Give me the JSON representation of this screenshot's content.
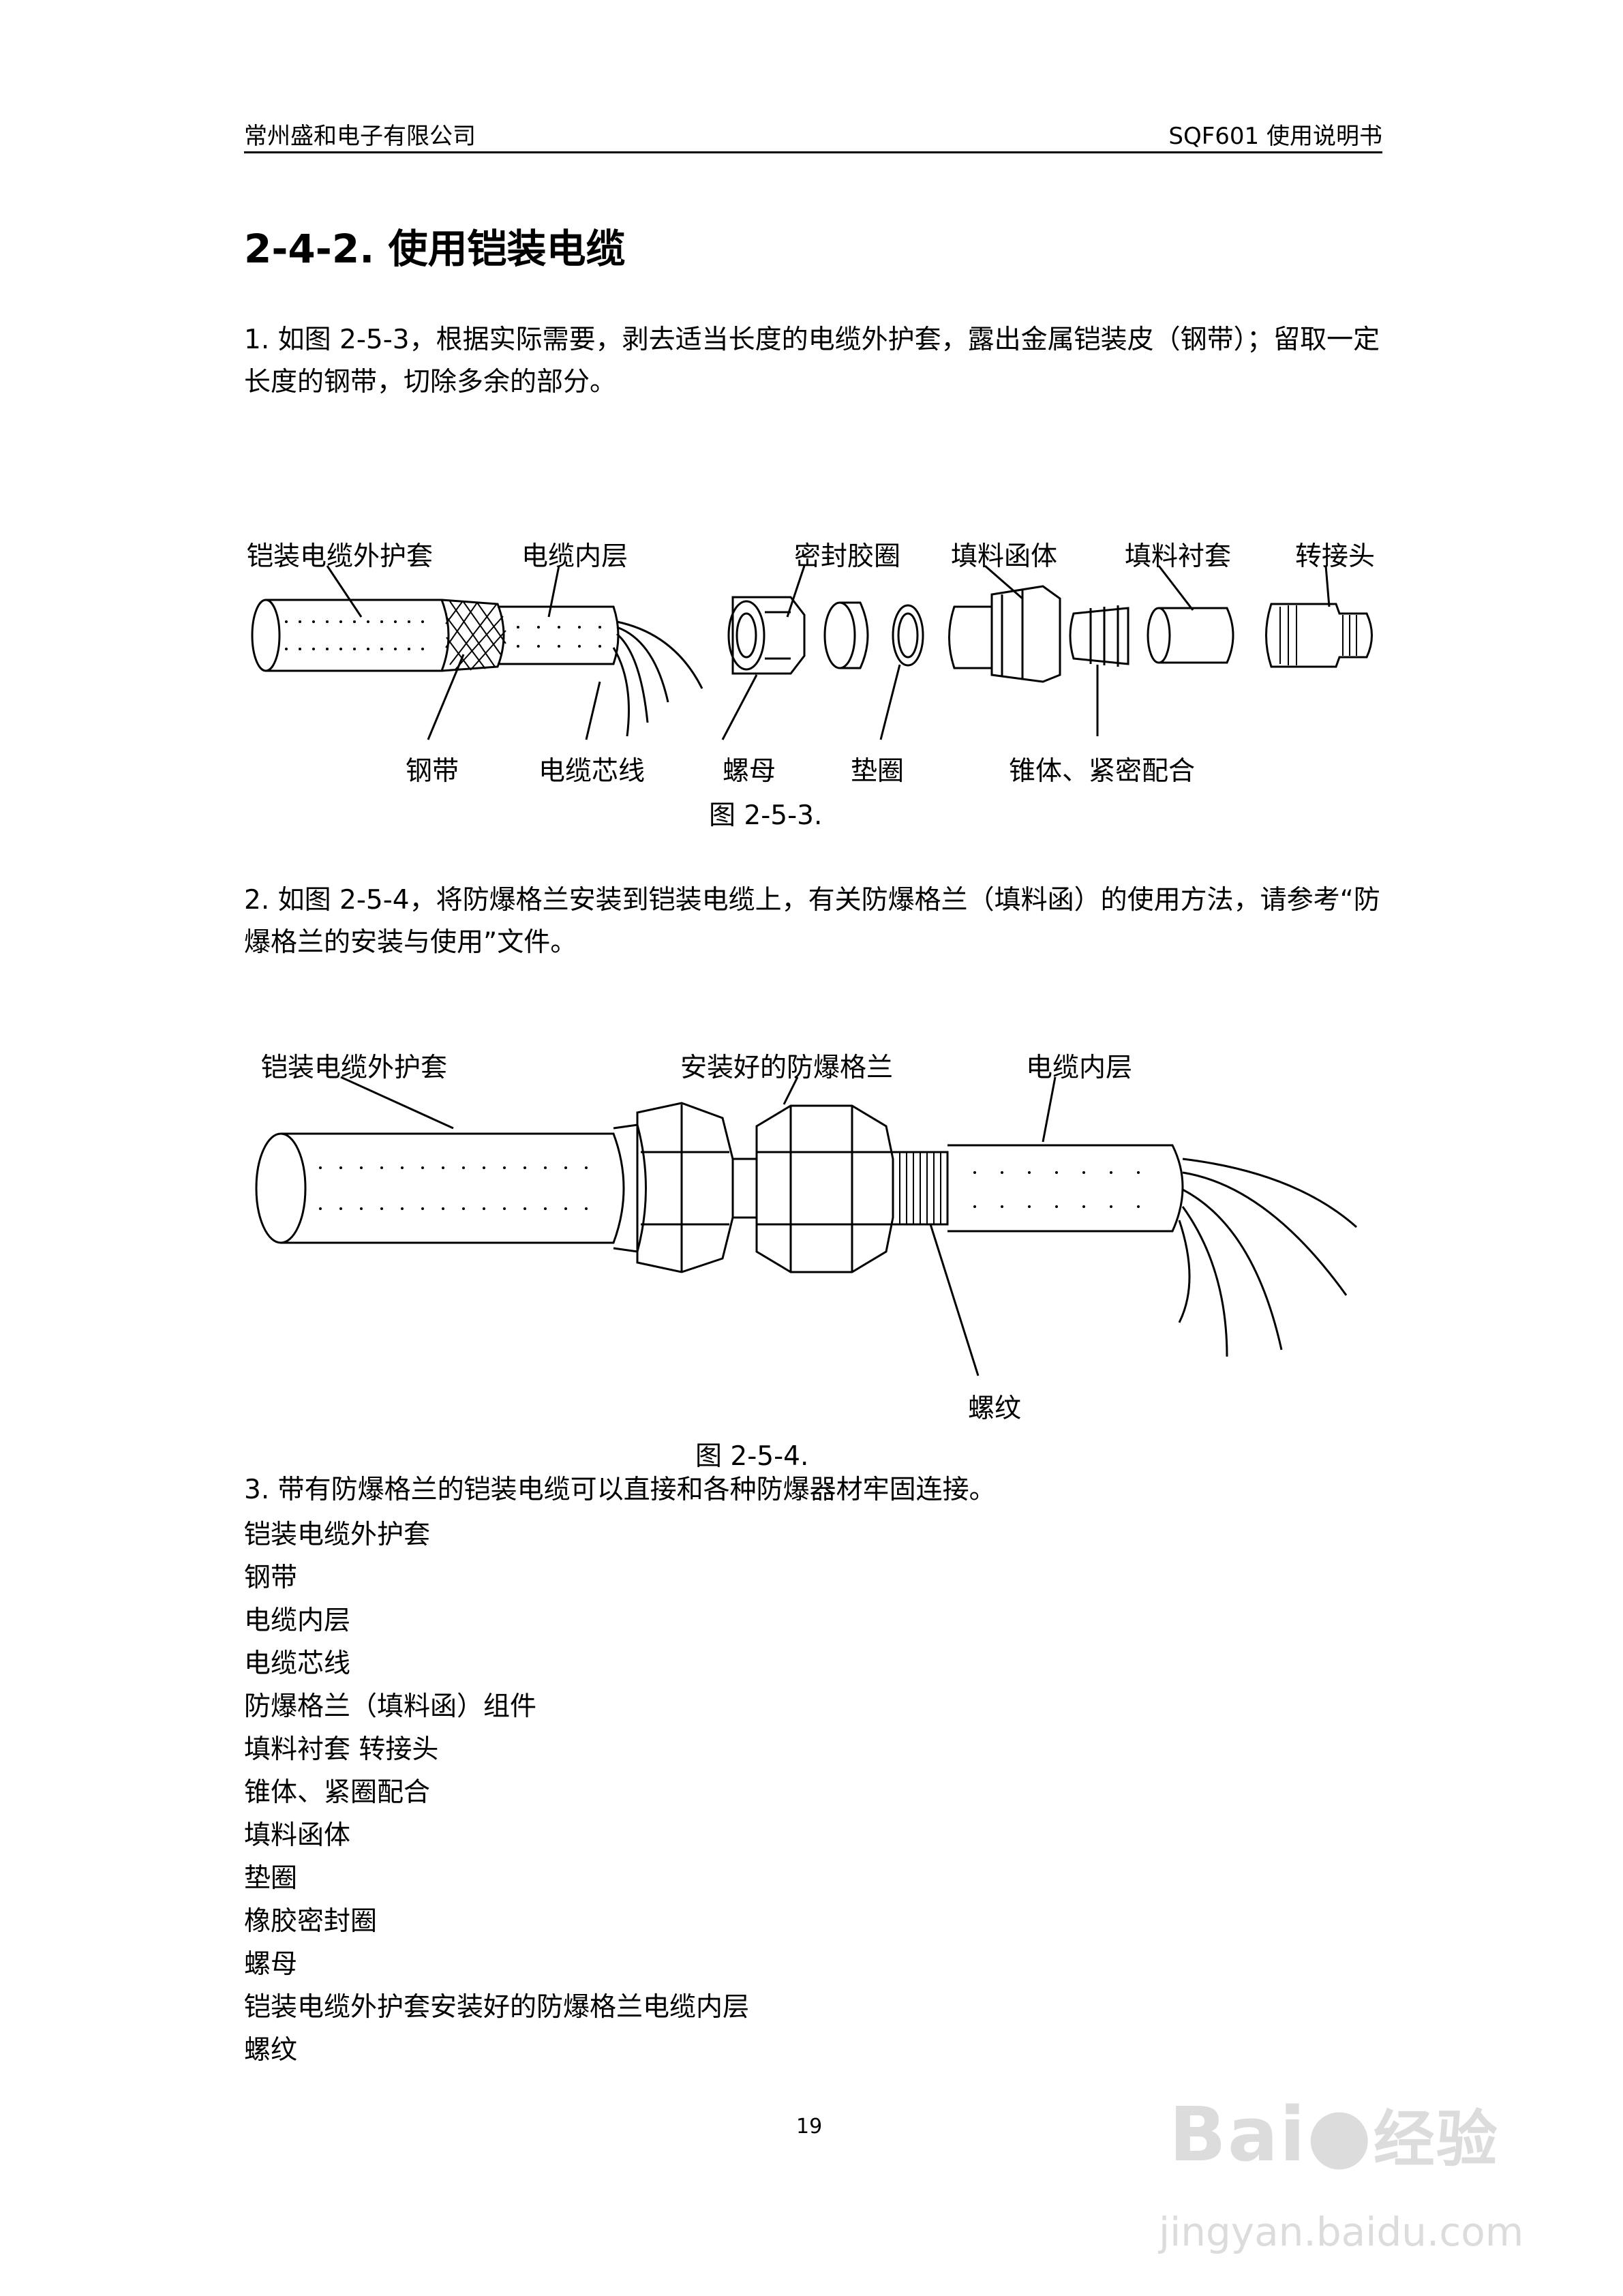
{
  "header": {
    "company": "常州盛和电子有限公司",
    "doc": "SQF601 使用说明书"
  },
  "section_title": "2-4-2. 使用铠装电缆",
  "para1": {
    "line1": "1. 如图 2-5-3，根据实际需要，剥去适当长度的电缆外护套，露出金属铠装皮（钢带）；留取一定",
    "line2": "长度的钢带，切除多余的部分。"
  },
  "fig1": {
    "labels_top": [
      "铠装电缆外护套",
      "电缆内层",
      "密封胶圈",
      "填料函体",
      "填料衬套",
      "转接头"
    ],
    "labels_bottom": [
      "钢带",
      "电缆芯线",
      "螺母",
      "垫圈",
      "锥体、紧密配合"
    ],
    "caption": "图 2-5-3."
  },
  "para2": {
    "line1": "2. 如图 2-5-4，将防爆格兰安装到铠装电缆上，有关防爆格兰（填料函）的使用方法，请参考“防",
    "line2": "爆格兰的安装与使用”文件。"
  },
  "fig2": {
    "labels_top": [
      "铠装电缆外护套",
      "安装好的防爆格兰",
      "电缆内层"
    ],
    "label_thread": "螺纹",
    "caption": "图 2-5-4."
  },
  "para3": "3. 带有防爆格兰的铠装电缆可以直接和各种防爆器材牢固连接。",
  "list": [
    "铠装电缆外护套",
    "钢带",
    "电缆内层",
    "电缆芯线",
    "防爆格兰（填料函）组件",
    "填料衬套  转接头",
    "锥体、紧圈配合",
    "填料函体",
    "垫圈",
    "橡胶密封圈",
    "螺母",
    "铠装电缆外护套安装好的防爆格兰电缆内层",
    "螺纹"
  ],
  "page_number": "19",
  "watermark": {
    "brand": "Bai",
    "brand_cn": "经验",
    "url": "jingyan.baidu.com"
  }
}
